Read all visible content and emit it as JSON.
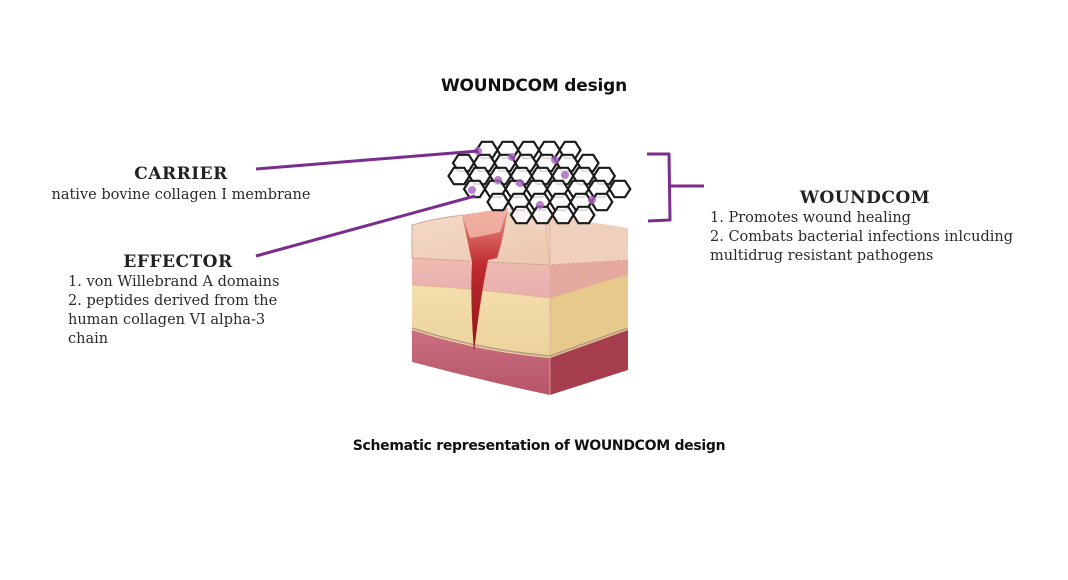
{
  "title": "WOUNDCOM design",
  "caption": "Schematic representation of WOUNDCOM design",
  "colors": {
    "connector": "#7b2d8e",
    "hex_stroke": "#1a1a1a",
    "hex_node": "#a860c0"
  },
  "carrier": {
    "heading": "CARRIER",
    "lines": [
      "native bovine collagen I membrane"
    ]
  },
  "effector": {
    "heading": "EFFECTOR",
    "lines": [
      "1. von Willebrand A domains",
      "2. peptides derived from the",
      "human collagen VI alpha-3",
      "chain"
    ]
  },
  "woundcom": {
    "heading": "WOUNDCOM",
    "lines": [
      "1. Promotes wound healing",
      "2. Combats bacterial infections inlcuding",
      "multidrug resistant pathogens"
    ]
  },
  "illustration": {
    "mesh": "hexagonal-collagen-mesh",
    "skin": "skin-cross-section-with-wound"
  }
}
